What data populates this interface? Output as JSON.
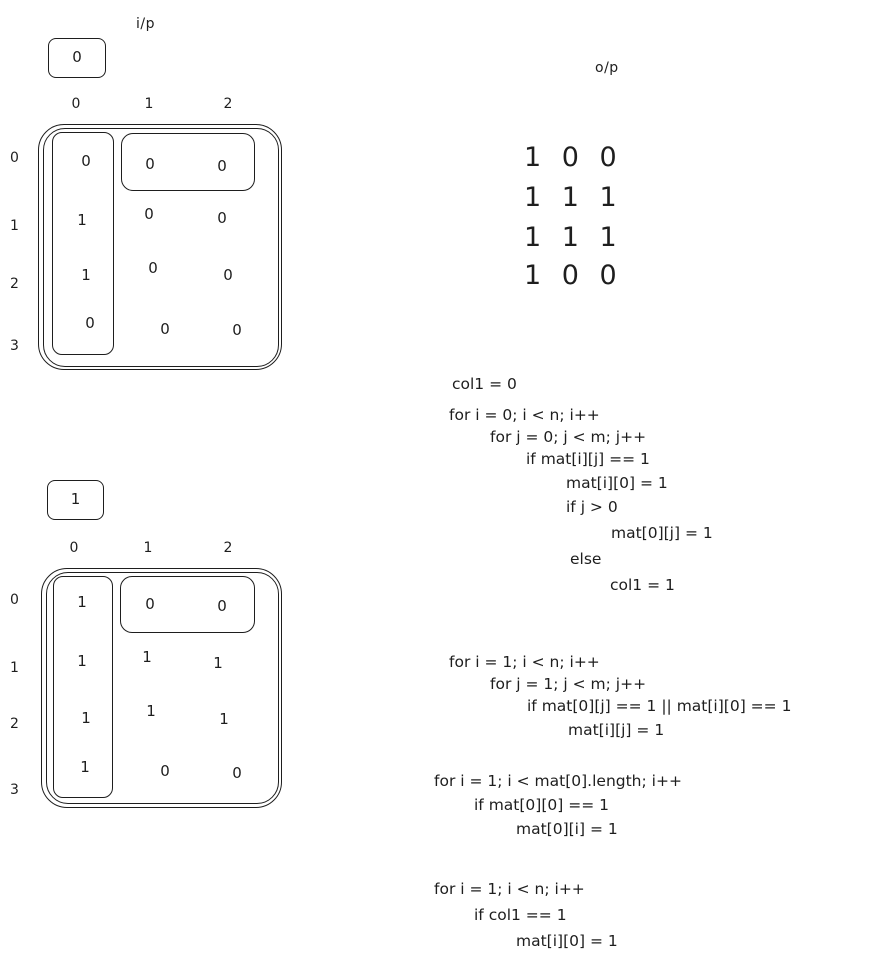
{
  "labels": {
    "input": "i/p",
    "output": "o/p"
  },
  "col1_boxes": [
    "0",
    "1"
  ],
  "col_headers": [
    "0",
    "1",
    "2"
  ],
  "row_indices": [
    "0",
    "1",
    "2",
    "3"
  ],
  "matrix_before": [
    [
      "0",
      "0",
      "0"
    ],
    [
      "1",
      "0",
      "0"
    ],
    [
      "1",
      "0",
      "0"
    ],
    [
      "0",
      "0",
      "0"
    ]
  ],
  "matrix_after": [
    [
      "1",
      "0",
      "0"
    ],
    [
      "1",
      "1",
      "1"
    ],
    [
      "1",
      "1",
      "1"
    ],
    [
      "1",
      "0",
      "0"
    ]
  ],
  "output_rows": [
    "1 0 0",
    "1 1 1",
    "1 1 1",
    "1 0 0"
  ],
  "code": [
    "col1 = 0",
    "for i = 0; i < n; i++",
    "for j = 0; j < m; j++",
    "if mat[i][j] == 1",
    "mat[i][0] = 1",
    "if j > 0",
    "mat[0][j] = 1",
    "else",
    "col1 = 1",
    "for i = 1; i < n; i++",
    "for j = 1; j < m; j++",
    "if mat[0][j] == 1 || mat[i][0] == 1",
    "mat[i][j] = 1",
    "for i = 1; i < mat[0].length; i++",
    "if mat[0][0] == 1",
    "mat[0][i] = 1",
    "for i = 1; i < n; i++",
    "if col1 == 1",
    "mat[i][0] = 1"
  ]
}
